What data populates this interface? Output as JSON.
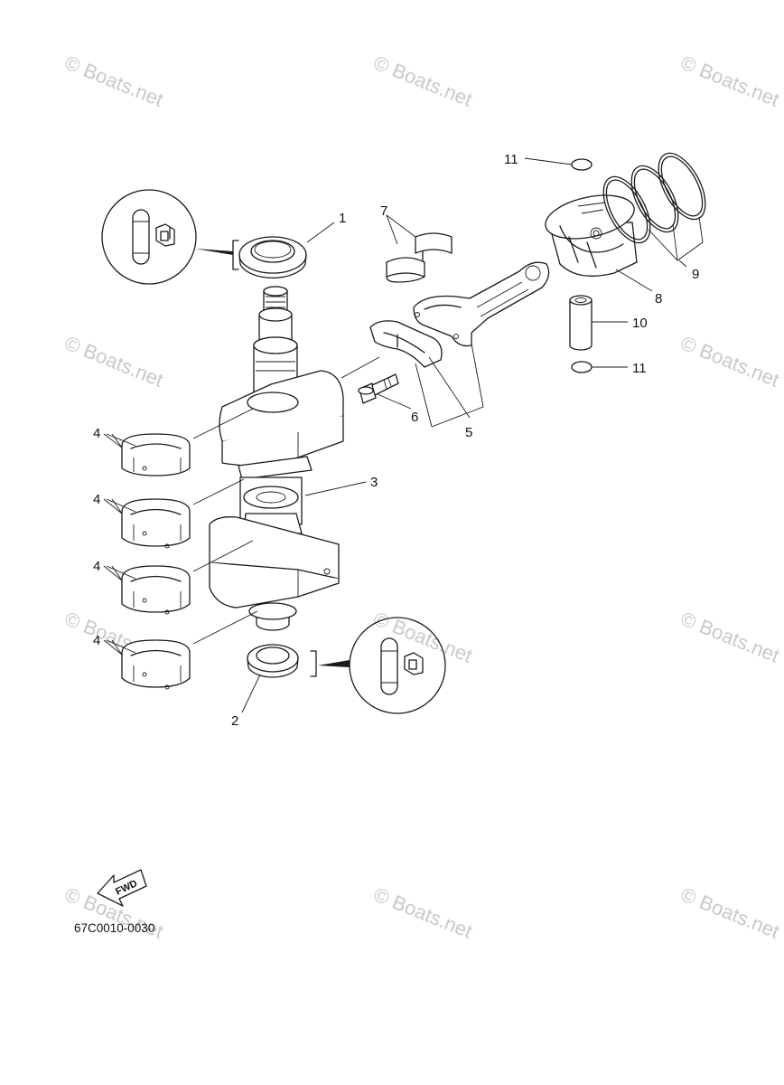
{
  "watermark": "© Boats.net",
  "diagram_code": "67C0010-0030",
  "fwd_label": "FWD",
  "callouts": {
    "c1": "1",
    "c2": "2",
    "c3": "3",
    "c4a": "4",
    "c4b": "4",
    "c4c": "4",
    "c4d": "4",
    "c5": "5",
    "c6": "6",
    "c7": "7",
    "c8": "8",
    "c9": "9",
    "c10": "10",
    "c11a": "11",
    "c11b": "11"
  }
}
